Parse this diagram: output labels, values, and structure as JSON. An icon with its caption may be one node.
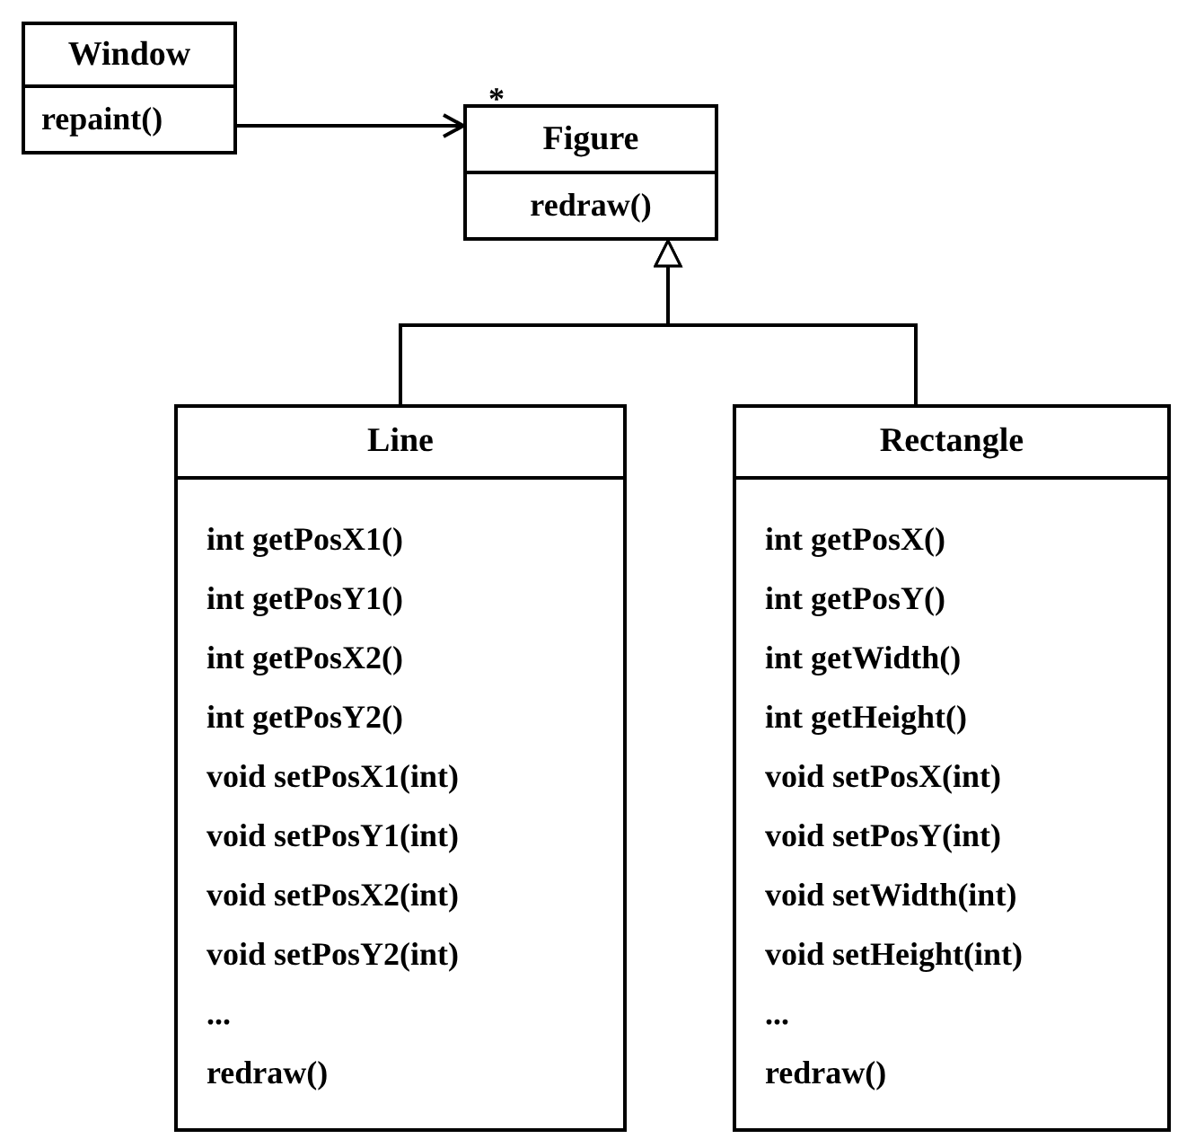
{
  "diagram": {
    "nodes": [
      {
        "text": [
          "Window",
          "repaint()"
        ]
      },
      {
        "text": [
          "Figure",
          "redraw()"
        ]
      },
      {
        "text": [
          "Line",
          "int getPosX1()",
          "int getPosY1()",
          "int getPosX2()",
          "int getPosY2()",
          "void setPosX1(int)",
          "void setPosY1(int)",
          "void setPosX2(int)",
          "void setPosY2(int)",
          "...",
          "redraw()"
        ]
      },
      {
        "text": [
          "Rectangle",
          "int getPosX()",
          "int getPosY()",
          "int getWidth()",
          "int getHeight()",
          "void setPosX(int)",
          "void setPosY(int)",
          "void setWidth(int)",
          "void setHeight(int)",
          "...",
          "redraw()"
        ]
      }
    ],
    "edges": [
      {
        "from": 0,
        "to": 1,
        "arrow": "to",
        "label": "*"
      },
      {
        "from": 2,
        "to": 1,
        "arrow": "to"
      },
      {
        "from": 3,
        "to": 1,
        "arrow": "to"
      }
    ]
  }
}
